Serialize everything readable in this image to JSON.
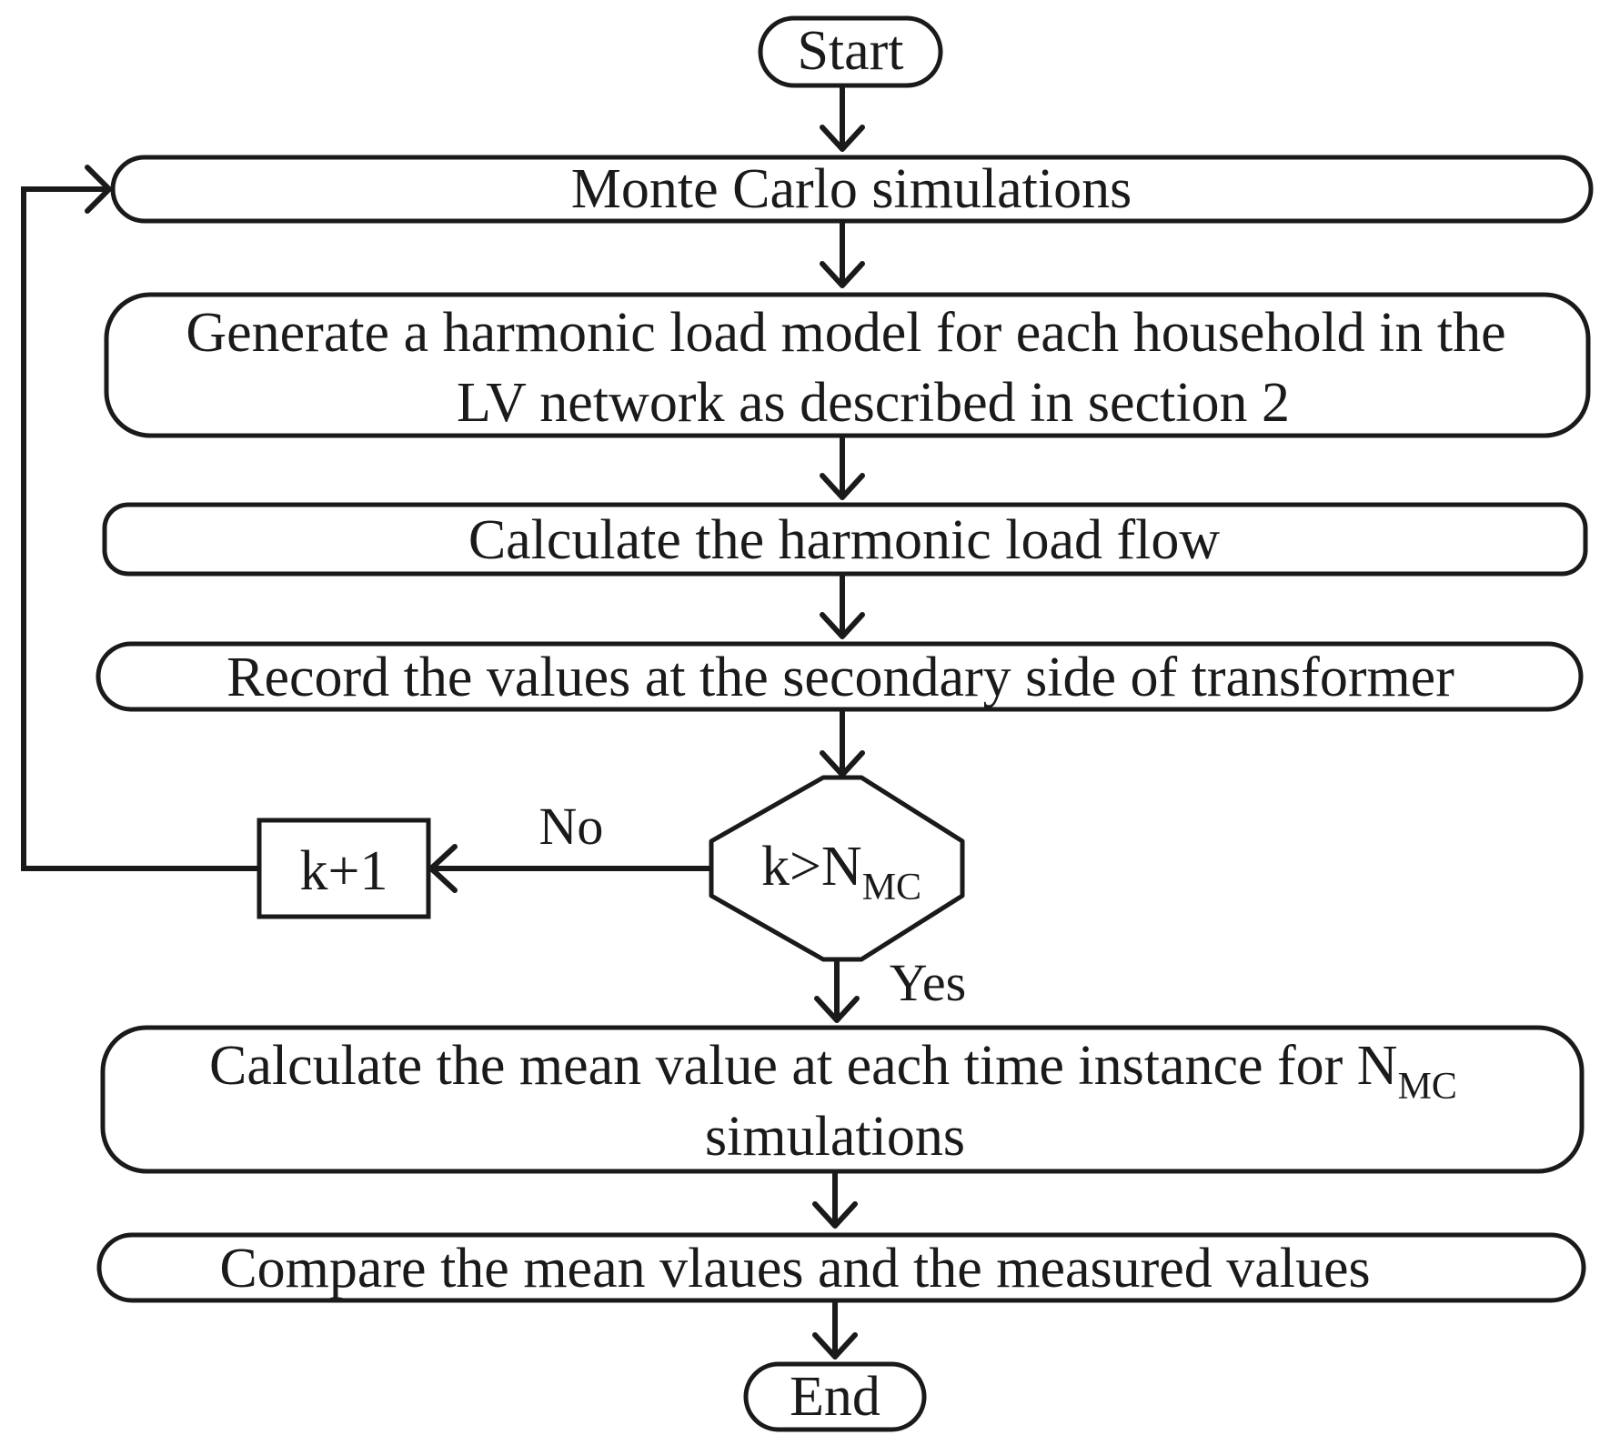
{
  "flowchart": {
    "start": "Start",
    "monte_carlo": "Monte Carlo simulations",
    "generate_line1": "Generate a harmonic load model for each household in the",
    "generate_line2": "LV network as described in section 2",
    "calculate_flow": "Calculate the harmonic load flow",
    "record": "Record the values at the secondary side of transformer",
    "decision_main": "k>N",
    "decision_sub": "MC",
    "no_label": "No",
    "yes_label": "Yes",
    "increment": "k+1",
    "mean_line1_main": "Calculate the mean value at each time instance for N",
    "mean_line1_sub": "MC",
    "mean_line2": "simulations",
    "compare": "Compare the mean vlaues and the measured values",
    "end": "End"
  }
}
